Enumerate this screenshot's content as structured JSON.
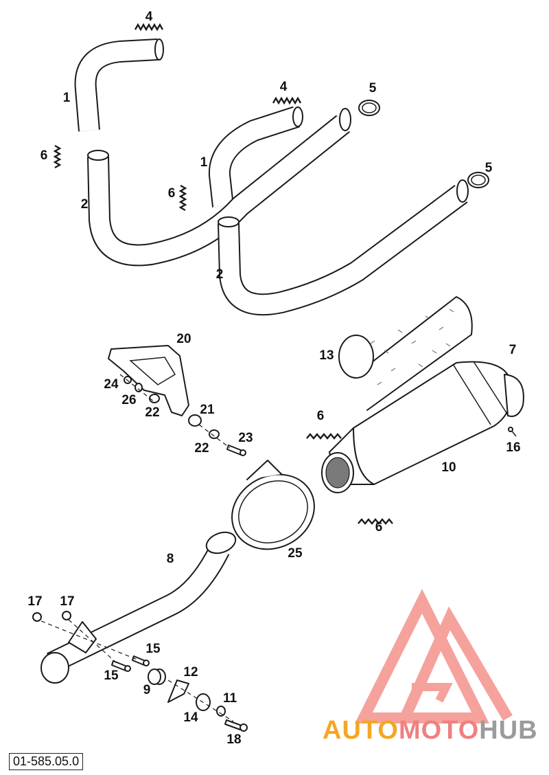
{
  "diagram": {
    "callouts": [
      "4",
      "1",
      "6",
      "2",
      "4",
      "5",
      "1",
      "5",
      "6",
      "2",
      "20",
      "13",
      "7",
      "24",
      "26",
      "22",
      "21",
      "22",
      "23",
      "6",
      "16",
      "10",
      "6",
      "25",
      "8",
      "17",
      "17",
      "15",
      "15",
      "12",
      "9",
      "11",
      "14",
      "18"
    ],
    "drawing_code": "01-585.05.0"
  },
  "watermark": {
    "part1": "AUTO",
    "part2": "MOTO",
    "part3": "HUB",
    "color_orange": "#f5a623",
    "color_pink": "#f08080",
    "color_gray": "#9b9b9b",
    "logo_color": "#f4928c"
  }
}
